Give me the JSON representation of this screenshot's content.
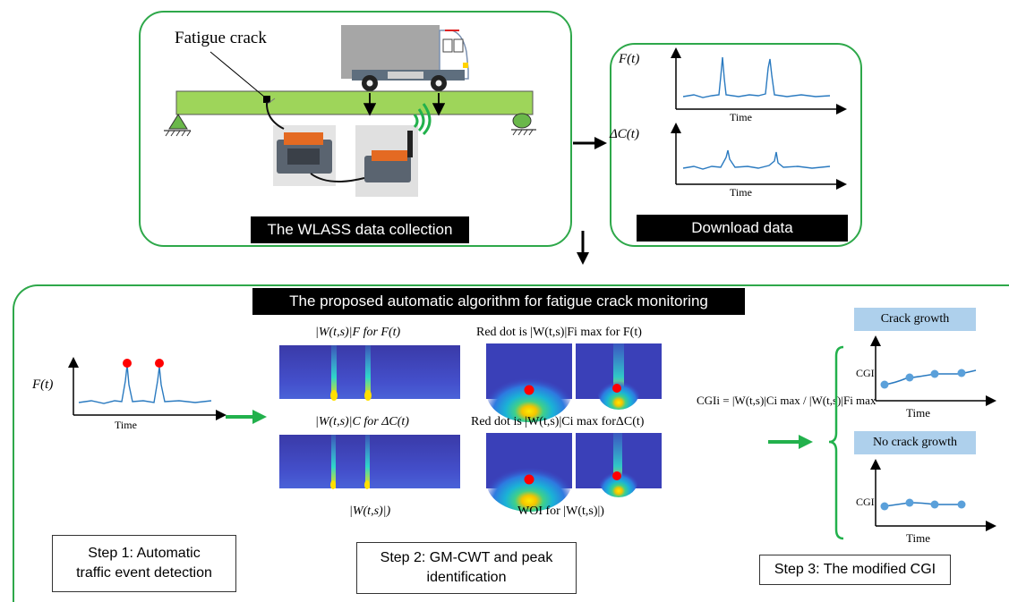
{
  "collection_panel": {
    "label": "The WLASS data collection",
    "crack_label": "Fatigue crack"
  },
  "download_panel": {
    "label": "Download data",
    "plot1_ylabel": "F(t)",
    "plot1_xlabel": "Time",
    "plot2_ylabel": "ΔC(t)",
    "plot2_xlabel": "Time"
  },
  "algorithm_panel": {
    "title": "The proposed automatic algorithm for fatigue crack monitoring",
    "step1": {
      "plot_ylabel": "F(t)",
      "plot_xlabel": "Time",
      "box_line1": "Step 1: Automatic",
      "box_line2": "traffic event detection"
    },
    "step2": {
      "cwt_f_title": "|W(t,s)|F for F(t)",
      "cwt_c_title": "|W(t,s)|C for ΔC(t)",
      "cwt_bottom": "|W(t,s)|)",
      "red_f_title": "Red dot is |W(t,s)|Fi max for F(t)",
      "red_c_title": "Red dot is |W(t,s)|Ci max forΔC(t)",
      "woi_caption": "WOI for |W(t,s)|)",
      "box_line1": "Step 2: GM-CWT and peak",
      "box_line2": "identification"
    },
    "step3": {
      "formula": "CGIi = |W(t,s)|Ci max / |W(t,s)|Fi max",
      "growth_tag": "Crack growth",
      "no_growth_tag": "No crack growth",
      "plot_ylabel": "CGI",
      "plot_xlabel": "Time",
      "box_label": "Step 3: The modified CGI"
    }
  },
  "colors": {
    "panel_border": "#2ea84a",
    "arrow_green": "#22b14c",
    "signal_blue": "#2a7ac0",
    "peak_red": "#ff0000",
    "cwt_bg": "#3b3fbf"
  }
}
